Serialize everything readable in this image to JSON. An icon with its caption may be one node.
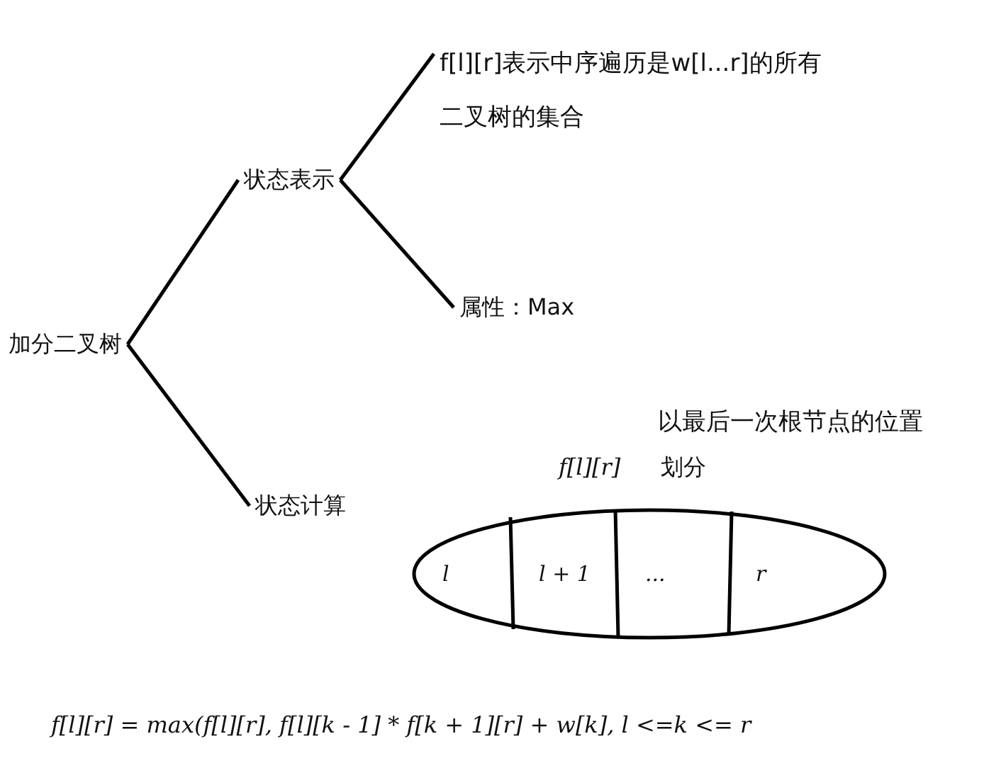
{
  "diagram": {
    "nodes": [
      {
        "text": [
          "加分二叉树"
        ]
      },
      {
        "text": [
          "状态表示"
        ]
      },
      {
        "text": [
          "f[l][r]表示中序遍历是w[l...r]的所有二叉树的集合"
        ]
      },
      {
        "text": [
          "属性：Max"
        ]
      },
      {
        "text": [
          "状态计算"
        ]
      },
      {
        "text": [
          "l",
          "l + 1",
          "...",
          "r"
        ]
      }
    ],
    "edges": [
      {
        "from": 0,
        "to": 1,
        "arrow": "none"
      },
      {
        "from": 0,
        "to": 4,
        "arrow": "none"
      },
      {
        "from": 1,
        "to": 2,
        "arrow": "none"
      },
      {
        "from": 1,
        "to": 3,
        "arrow": "none"
      }
    ],
    "labels": [
      "以最后一次根节点的位置",
      "f[l][r]",
      "划分",
      "f[l][r] = max(f[l][r], f[l][k - 1] * f[k + 1][r] + w[k], l <=k <= r"
    ]
  }
}
